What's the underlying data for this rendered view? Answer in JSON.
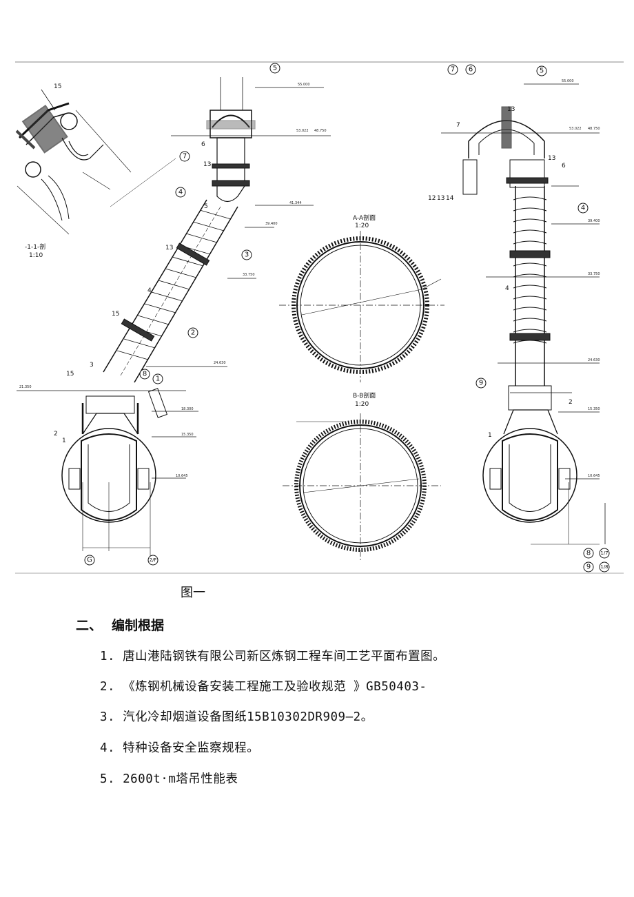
{
  "figure": {
    "caption": "图一",
    "views": {
      "section_aa": {
        "title": "A-A剖面",
        "scale": "1:20"
      },
      "section_bb": {
        "title": "B-B剖面",
        "scale": "1:20"
      },
      "detail": {
        "title": "-1-1-剖",
        "scale": "1:10"
      }
    },
    "part_numbers": [
      "1",
      "2",
      "3",
      "4",
      "5",
      "6",
      "7",
      "8",
      "9",
      "12",
      "13",
      "14",
      "15"
    ],
    "elevations": [
      "55.000",
      "53.022",
      "48.750",
      "41.344",
      "39.400",
      "33.750",
      "24.630",
      "18.300",
      "15.350",
      "10.645",
      "21.350"
    ],
    "grid_marks": [
      "G",
      "2/F",
      "8",
      "1/7",
      "9",
      "1/8"
    ]
  },
  "section": {
    "number": "二、",
    "title": "编制根据"
  },
  "references": [
    "1. 唐山港陆钢铁有限公司新区炼钢工程车间工艺平面布置图。",
    "2. 《炼钢机械设备安装工程施工及验收规范 》GB50403-",
    "3. 汽化冷却烟道设备图纸15B10302DR909—2。",
    "4. 特种设备安全监察规程。",
    "5. 2600t·m塔吊性能表"
  ]
}
